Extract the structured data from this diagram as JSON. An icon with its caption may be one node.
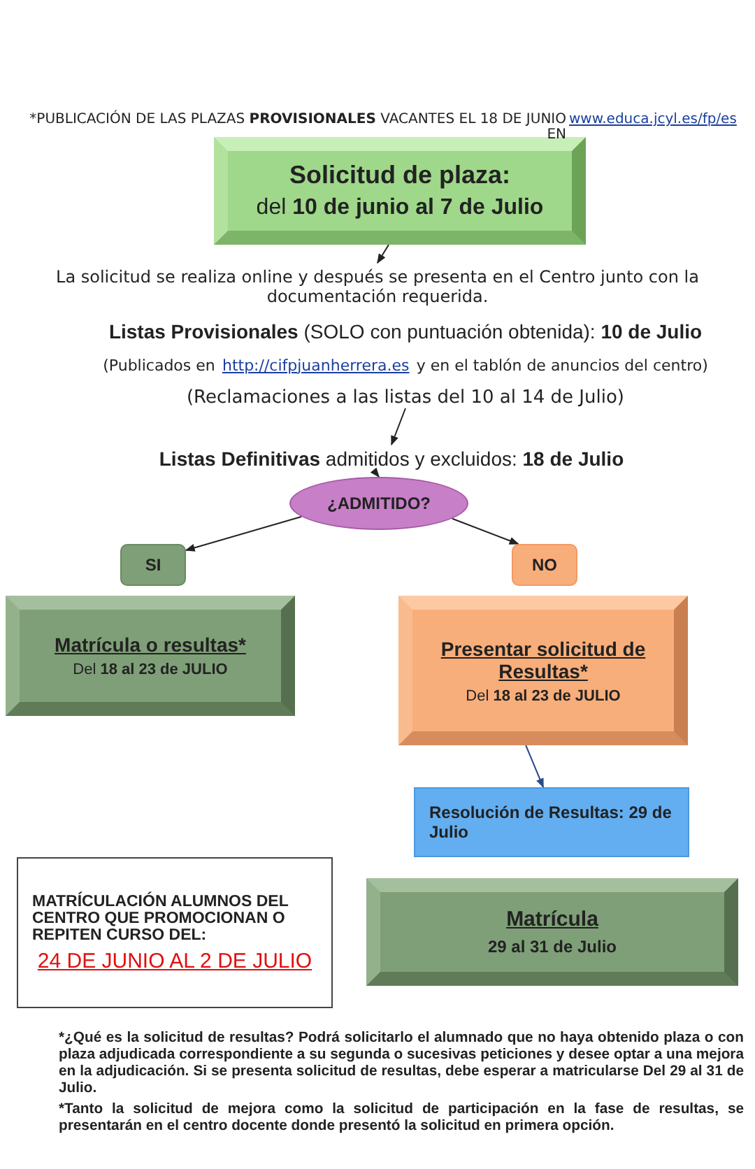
{
  "diagram": {
    "nodes": [
      {
        "text": [
          "Solicitud de plaza:",
          "del **10 de junio al 7 de Julio**"
        ]
      },
      {
        "text": [
          "La solicitud se realiza online y después se presenta en el Centro junto con la documentación requerida."
        ]
      },
      {
        "text": [
          "**Listas Provisionales** (SOLO con puntuación obtenida): **10 de Julio**",
          "(Publicados en",
          "http://cifpjuanherrera.es",
          "y en el tablón de anuncios del centro)",
          "(Reclamaciones a las listas del 10 al 14 de Julio)"
        ]
      },
      {
        "text": [
          "**Listas Definitivas** admitidos y excluidos: **18 de Julio**"
        ]
      },
      {
        "text": [
          "¿ADMITIDO?"
        ]
      },
      {
        "text": [
          "SI"
        ]
      },
      {
        "text": [
          "NO"
        ]
      },
      {
        "text": [
          "Matrícula o resultas*",
          "Del **18 al 23 de JULIO**"
        ]
      },
      {
        "text": [
          "Presentar solicitud de Resultas*",
          "Del **18 al 23 de JULIO**"
        ]
      },
      {
        "text": [
          "Resolución de Resultas: 29 de Julio"
        ]
      },
      {
        "text": [
          "MATRÍCULACIÓN ALUMNOS DEL CENTRO QUE PROMOCIONAN O REPITEN CURSO DEL:",
          "24 DE JUNIO AL 2 DE JULIO"
        ]
      },
      {
        "text": [
          "Matrícula",
          "29 al 31 de Julio"
        ]
      }
    ],
    "edges": [
      {
        "from": 0,
        "to": 1,
        "arrow": "to"
      },
      {
        "from": 2,
        "to": 3,
        "arrow": "to"
      },
      {
        "from": 3,
        "to": 4,
        "arrow": "to"
      },
      {
        "from": 4,
        "to": 5,
        "arrow": "to"
      },
      {
        "from": 4,
        "to": 6,
        "arrow": "to"
      },
      {
        "from": 8,
        "to": 9,
        "arrow": "to",
        "color": "#2a4a8a"
      }
    ],
    "labels": [
      "*PUBLICACIÓN DE LAS PLAZAS **PROVISIONALES** VACANTES EL 18 DE JUNIO EN",
      "www.educa.jcyl.es/fp/es",
      "*¿Qué es la solicitud de resultas? Podrá solicitarlo el alumnado que no haya obtenido plaza o con plaza adjudicada correspondiente a su segunda o sucesivas peticiones y desee optar a una mejora en la adjudicación. Si se presenta solicitud de resultas, debe esperar a matricularse Del 29 al 31 de Julio.",
      "*Tanto la solicitud de mejora como la solicitud de participación en la fase de resultas, se presentarán en el centro docente donde presentó la solicitud en primera opción."
    ]
  }
}
